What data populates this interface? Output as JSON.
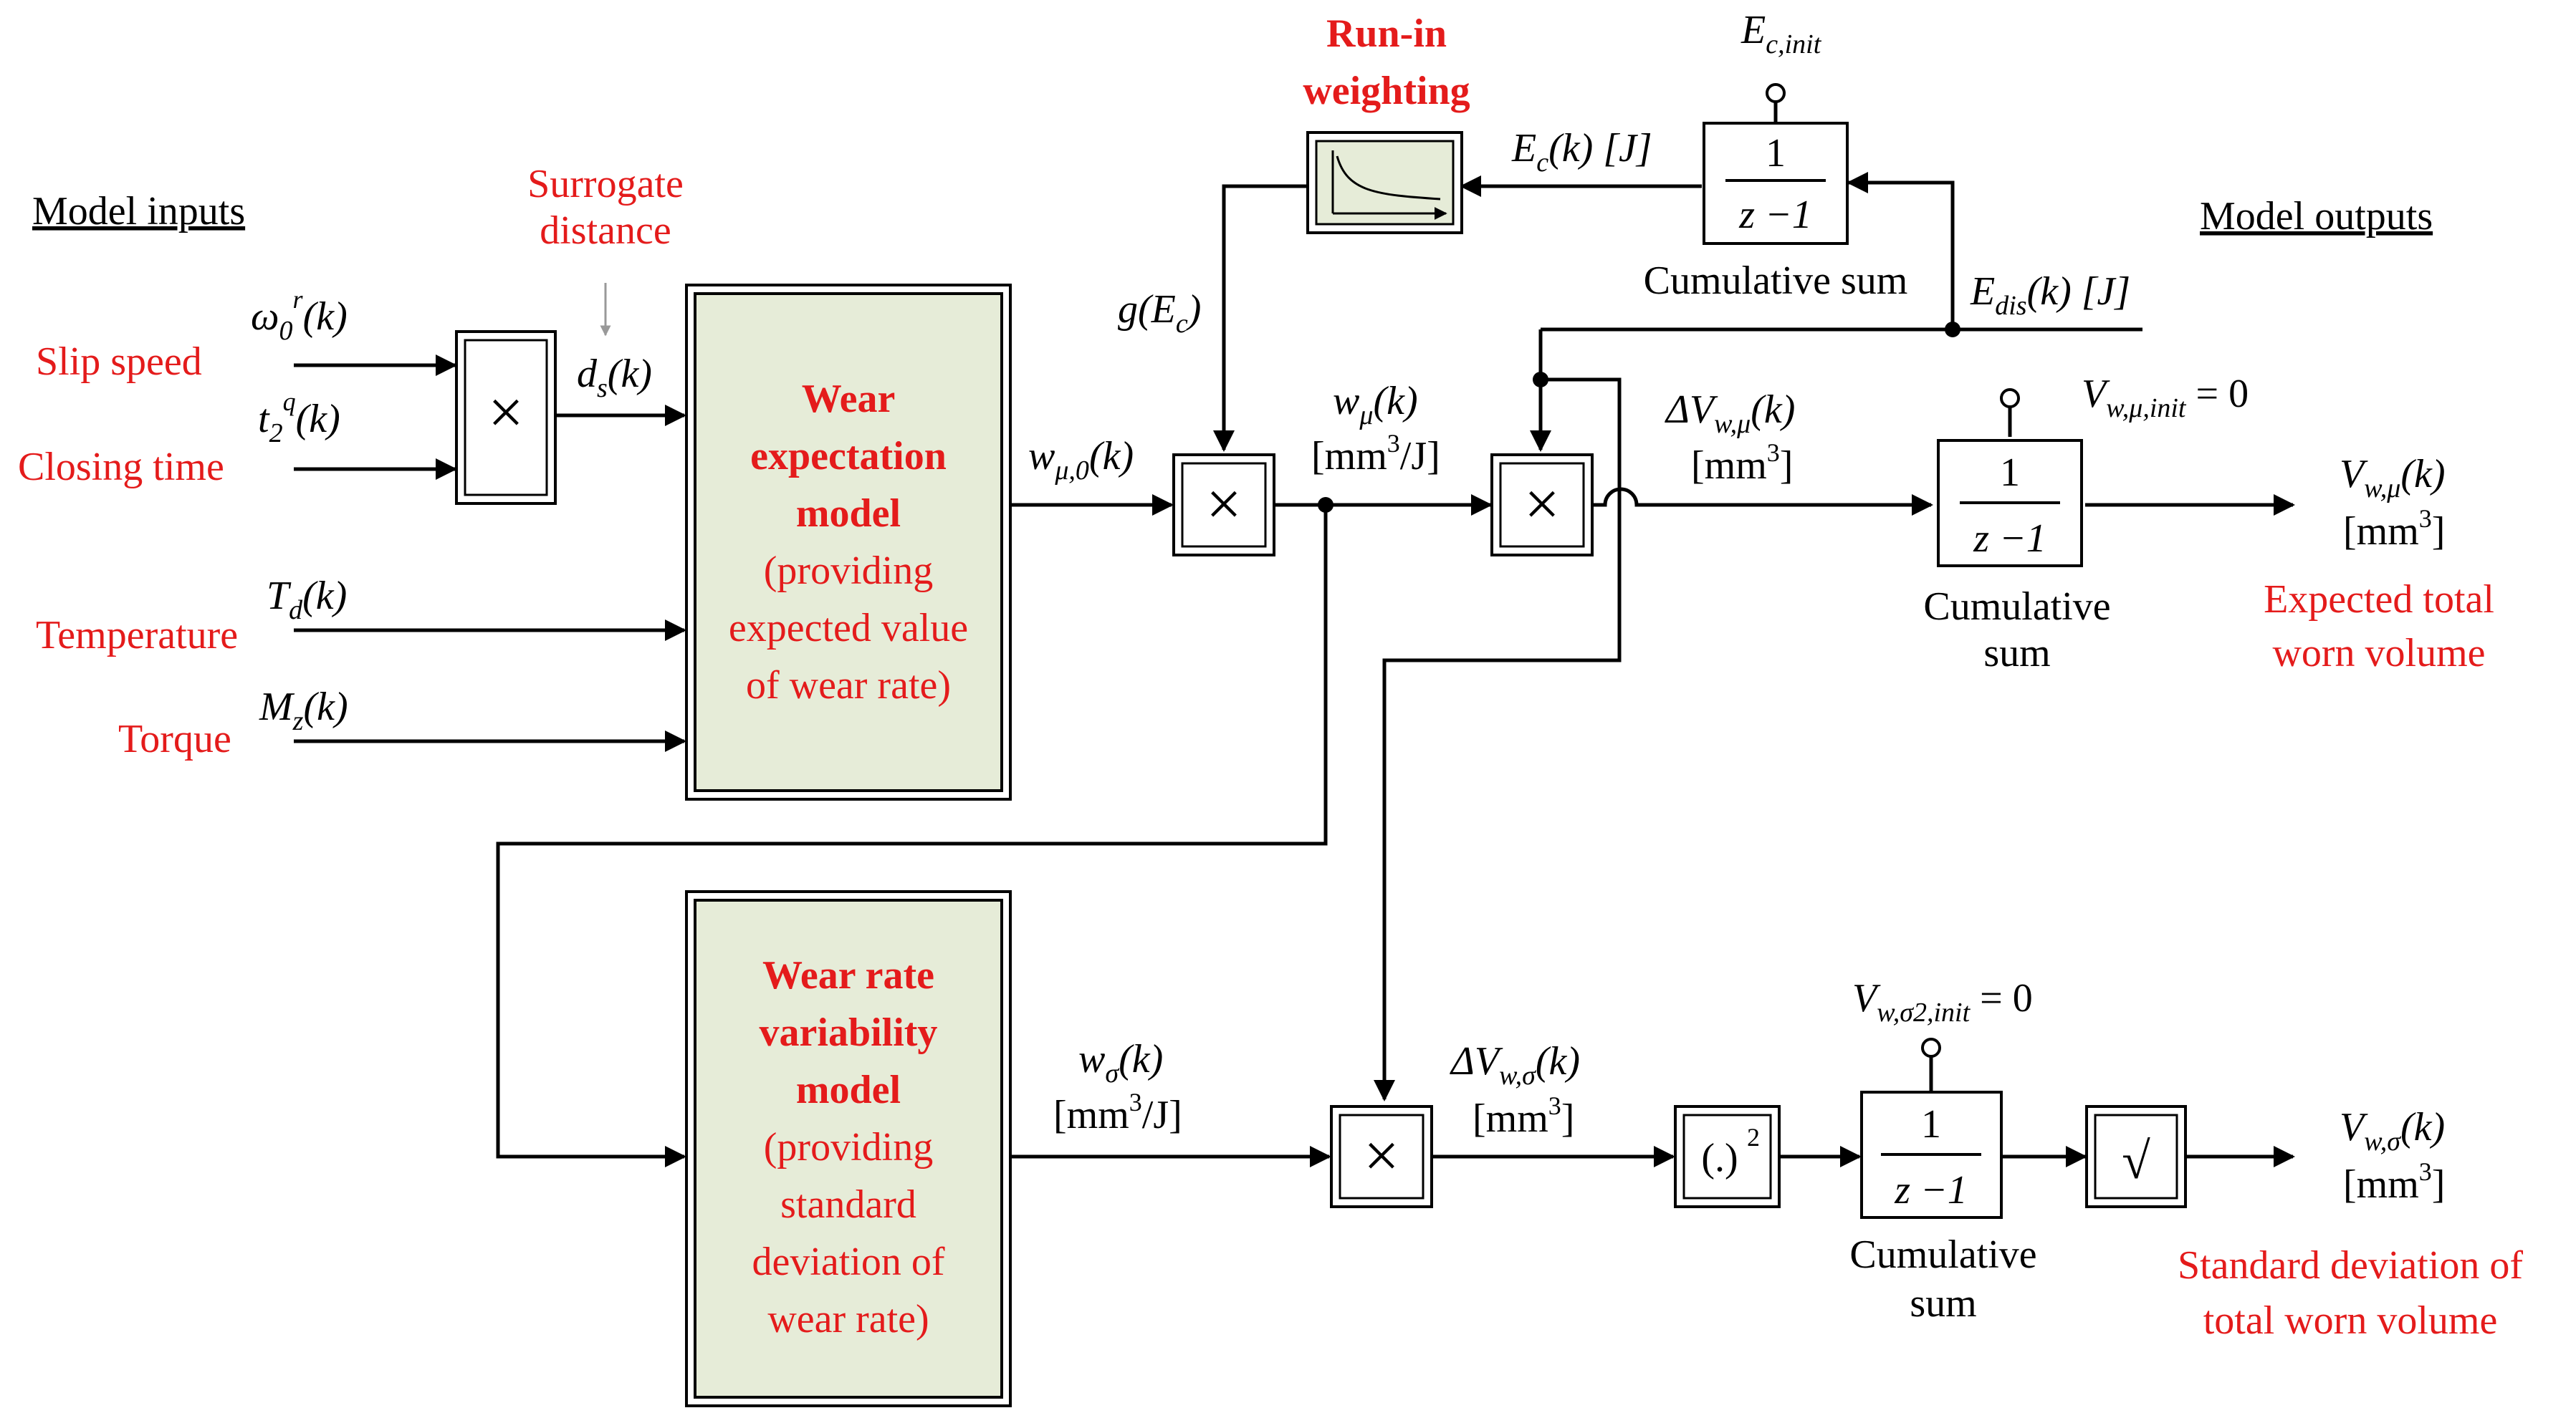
{
  "labels": {
    "model_inputs": "Model inputs",
    "model_outputs": "Model outputs",
    "surrogate_distance_line1": "Surrogate",
    "surrogate_distance_line2": "distance",
    "run_in_line1": "Run-in",
    "run_in_line2": "weighting"
  },
  "inputs": {
    "slip_speed": "Slip speed",
    "closing_time": "Closing time",
    "temperature": "Temperature",
    "torque": "Torque"
  },
  "input_signals": {
    "omega": "ω",
    "omega_sub": "0",
    "omega_sup": "r",
    "omega_arg": "(k)",
    "t": "t",
    "t_sub": "2",
    "t_sup": "q",
    "t_arg": "(k)",
    "Td": "T",
    "Td_sub": "d",
    "Td_arg": "(k)",
    "Mz": "M",
    "Mz_sub": "z",
    "Mz_arg": "(k)",
    "ds": "d",
    "ds_sub": "s",
    "ds_arg": "(k)"
  },
  "wear_expectation_model": {
    "line1": "Wear",
    "line2": "expectation",
    "line3": "model",
    "line4": "(providing",
    "line5": "expected value",
    "line6": "of wear rate)"
  },
  "wear_variability_model": {
    "line1": "Wear rate",
    "line2": "variability",
    "line3": "model",
    "line4": "(providing",
    "line5": "standard",
    "line6": "deviation of",
    "line7": "wear rate)"
  },
  "signals": {
    "w_mu0": "w",
    "w_mu0_sub": "μ,0",
    "w_mu0_arg": "(k)",
    "w_mu": "w",
    "w_mu_sub": "μ",
    "w_mu_arg": "(k)",
    "w_mu_unit_a": "[mm",
    "w_mu_unit_sup": "3",
    "w_mu_unit_b": "/J]",
    "g_Ec": "g(E",
    "g_Ec_sub": "c",
    "g_Ec_close": ")",
    "Ec": "E",
    "Ec_sub": "c",
    "Ec_arg": "(k) [J]",
    "Ec_init": "E",
    "Ec_init_sub": "c,init",
    "Edis": "E",
    "Edis_sub": "dis",
    "Edis_arg": "(k) [J]",
    "dV_mu": "ΔV",
    "dV_mu_sub": "w,μ",
    "dV_mu_arg": "(k)",
    "dV_mu_unit_a": "[mm",
    "dV_mu_unit_sup": "3",
    "dV_mu_unit_b": "]",
    "V_mu_init": "V",
    "V_mu_init_sub": "w,μ,init",
    "V_mu_init_eq": " = 0",
    "V_mu_out": "V",
    "V_mu_out_sub": "w,μ",
    "V_mu_out_arg": "(k)",
    "V_mu_unit_a": "[mm",
    "V_mu_unit_sup": "3",
    "V_mu_unit_b": "]",
    "w_sigma": "w",
    "w_sigma_sub": "σ",
    "w_sigma_arg": "(k)",
    "w_sigma_unit_a": "[mm",
    "w_sigma_unit_sup": "3",
    "w_sigma_unit_b": "/J]",
    "dV_sigma": "ΔV",
    "dV_sigma_sub": "w,σ",
    "dV_sigma_arg": "(k)",
    "dV_sigma_unit_a": "[mm",
    "dV_sigma_unit_sup": "3",
    "dV_sigma_unit_b": "]",
    "V_sigma_init": "V",
    "V_sigma_init_sub": "w,σ2,init",
    "V_sigma_init_eq": " = 0",
    "V_sigma_out": "V",
    "V_sigma_out_sub": "w,σ",
    "V_sigma_out_arg": "(k)",
    "V_sigma_unit_a": "[mm",
    "V_sigma_unit_sup": "3",
    "V_sigma_unit_b": "]"
  },
  "blocks": {
    "multiply": "×",
    "integrator_num": "1",
    "integrator_den": "z −1",
    "square_a": "(.)",
    "square_sup": "2",
    "sqrt": "√",
    "cumsum_single": "Cumulative sum",
    "cumsum_line1": "Cumulative",
    "cumsum_line2": "sum"
  },
  "outputs": {
    "expected_line1": "Expected total",
    "expected_line2": "worn volume",
    "std_line1": "Standard deviation of",
    "std_line2": "total worn volume"
  },
  "colors": {
    "red": "#e41b1b",
    "model_fill": "#e6ecd8",
    "ink": "#000000"
  }
}
